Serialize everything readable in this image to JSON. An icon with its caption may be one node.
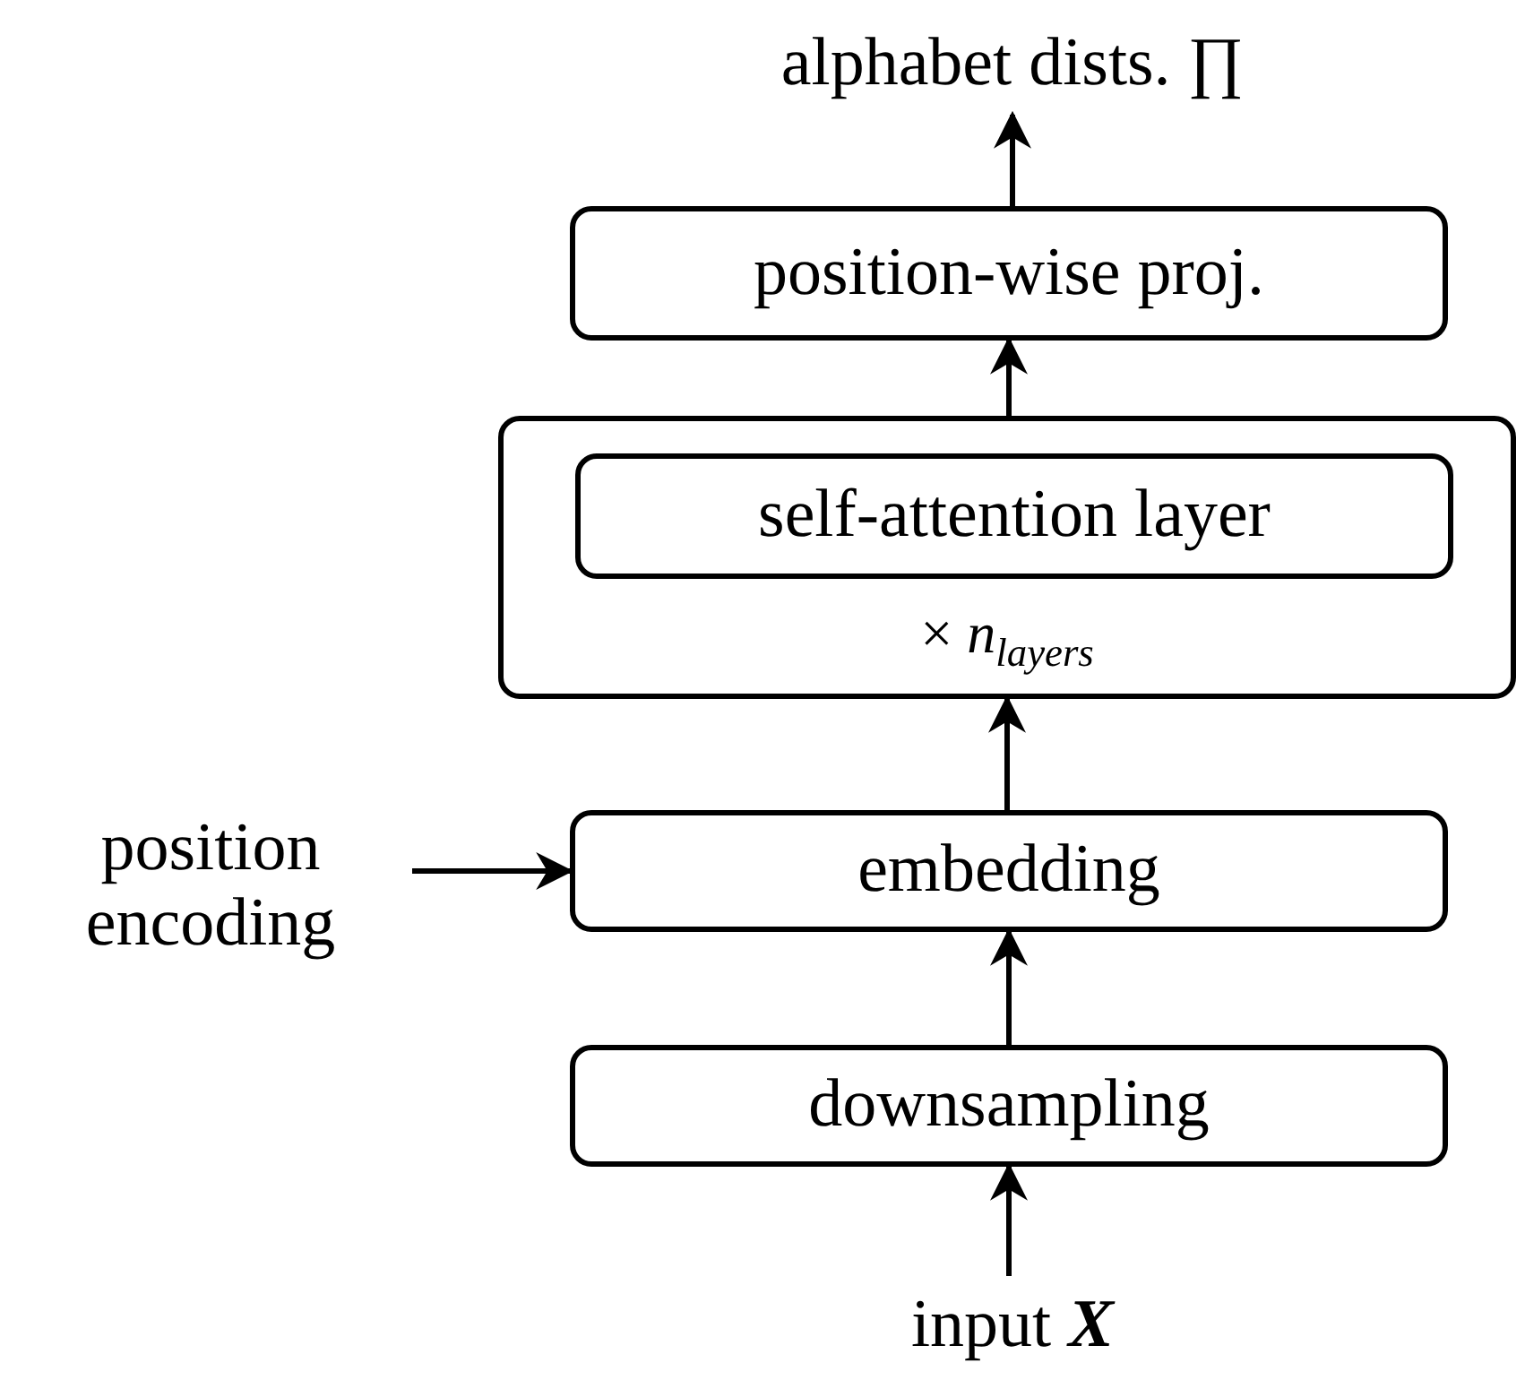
{
  "diagram": {
    "nodes": [
      {
        "text": [
          "alphabet dists. ∏"
        ]
      },
      {
        "text": [
          "position-wise proj."
        ]
      },
      {
        "text": [
          "× *n*$_{layers}$"
        ]
      },
      {
        "text": [
          "self-attention layer"
        ],
        "in": 2
      },
      {
        "text": [
          "position encoding"
        ]
      },
      {
        "text": [
          "embedding"
        ]
      },
      {
        "text": [
          "downsampling"
        ]
      },
      {
        "text": [
          "input **X**"
        ]
      }
    ],
    "edges": [
      {
        "from": 7,
        "to": 6,
        "arrow": "to"
      },
      {
        "from": 6,
        "to": 5,
        "arrow": "to"
      },
      {
        "from": 4,
        "to": 5,
        "arrow": "to"
      },
      {
        "from": 5,
        "to": 2,
        "arrow": "to"
      },
      {
        "from": 2,
        "to": 1,
        "arrow": "to"
      },
      {
        "from": 1,
        "to": 0,
        "arrow": "to"
      }
    ]
  }
}
